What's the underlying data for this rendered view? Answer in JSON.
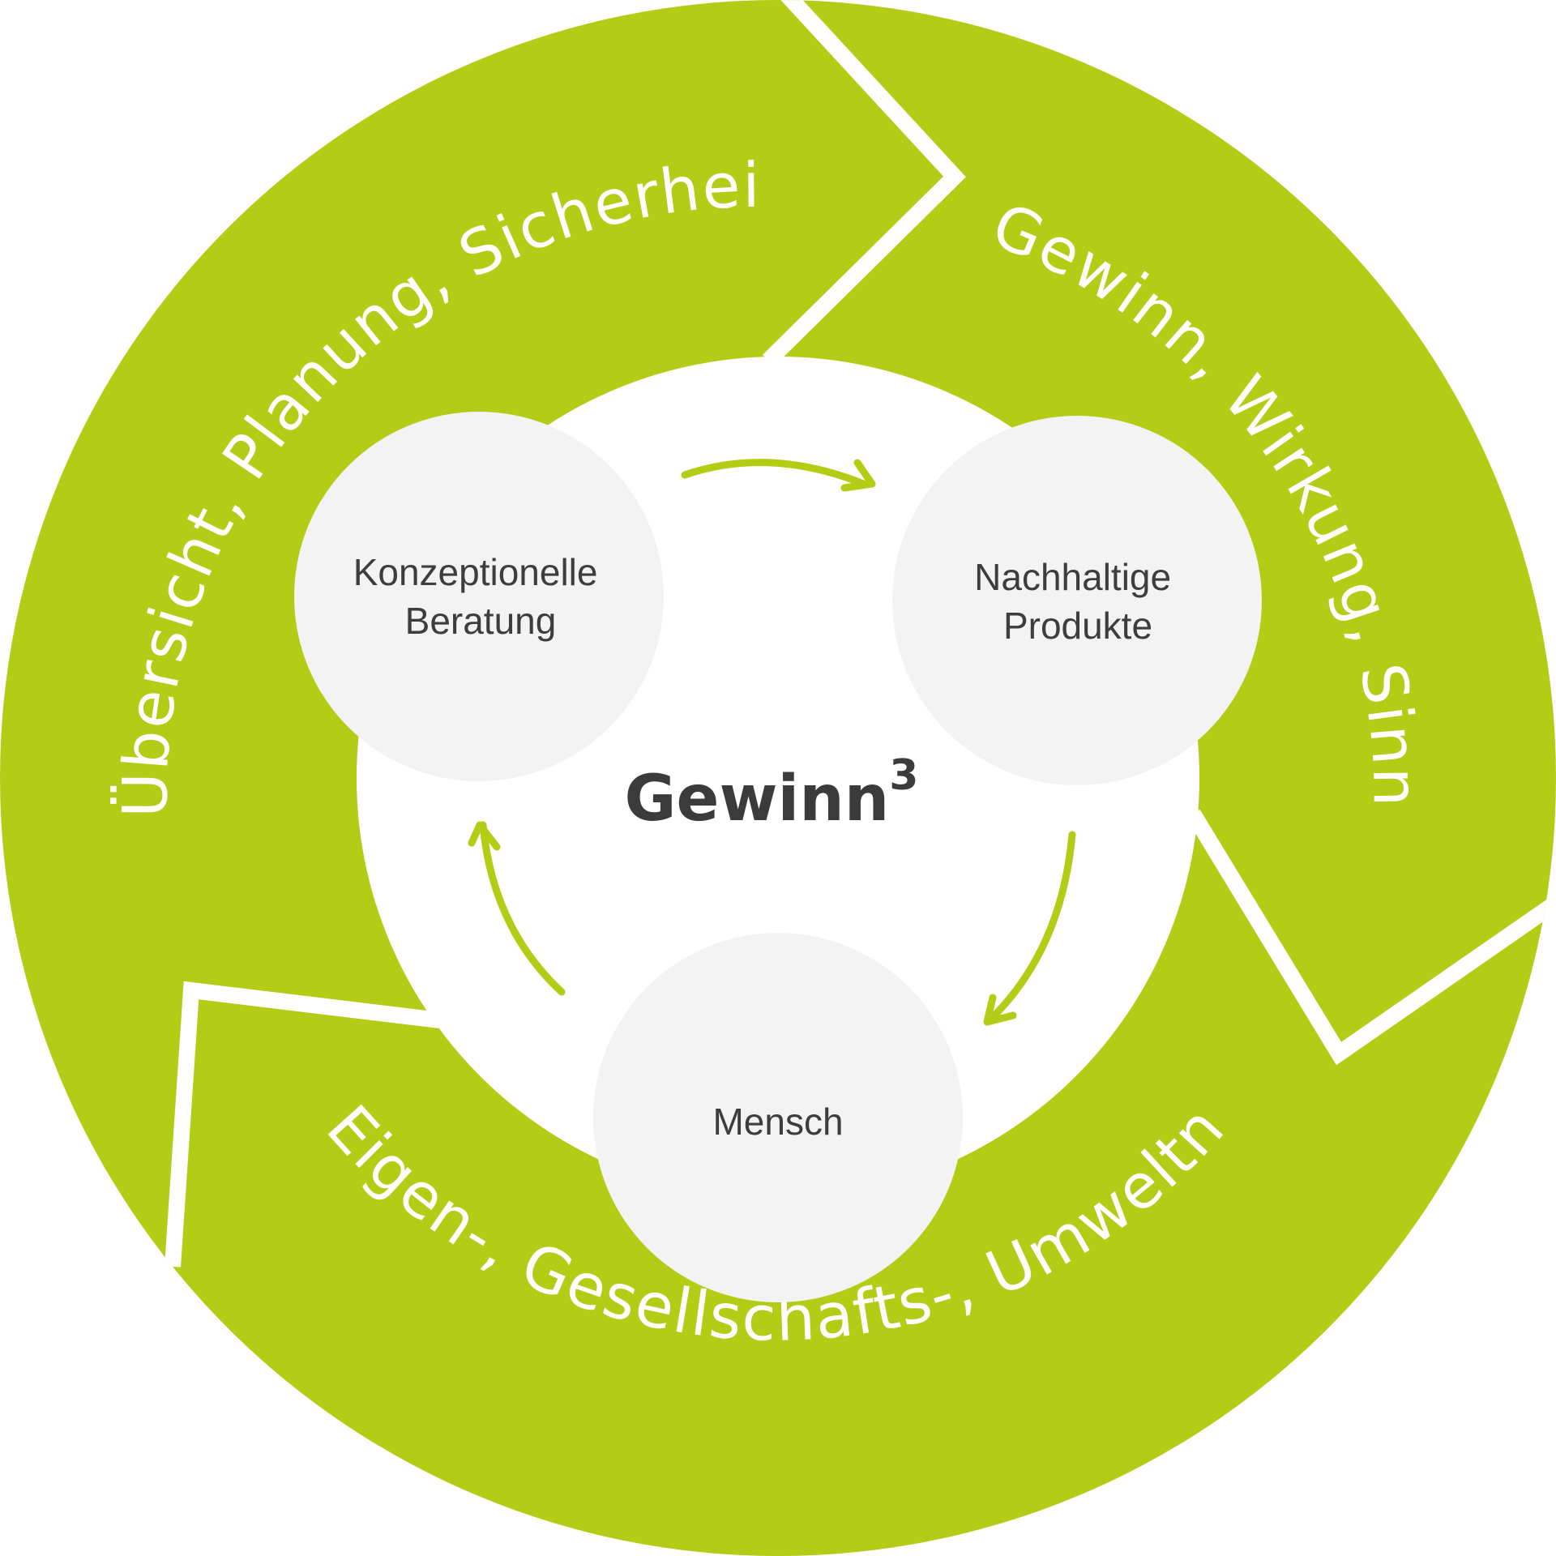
{
  "colors": {
    "accent": "#b3cc16",
    "node_fill": "#f3f3f3",
    "text_dark": "#3d3d3d",
    "background": "#ffffff"
  },
  "outer_ring": {
    "segments": [
      {
        "label": "Übersicht, Planung, Sicherheit"
      },
      {
        "label": "Gewinn, Wirkung, Sinn"
      },
      {
        "label": "Eigen-, Gesellschafts-, Umweltnutzen"
      }
    ]
  },
  "center": {
    "title": "Gewinn",
    "superscript": "3"
  },
  "nodes": [
    {
      "line1": "Konzeptionelle",
      "line2": "Beratung"
    },
    {
      "line1": "Nachhaltige",
      "line2": "Produkte"
    },
    {
      "line1": "Mensch"
    }
  ]
}
